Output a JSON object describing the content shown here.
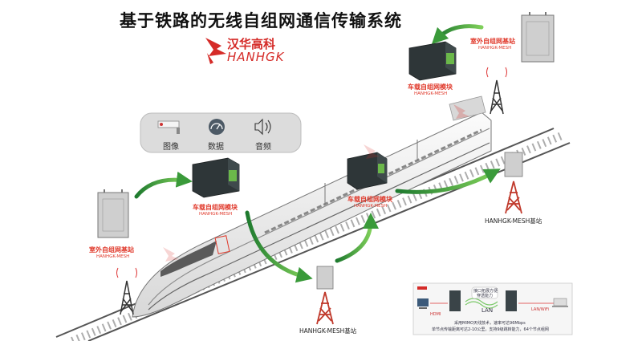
{
  "title": "基于铁路的无线自组网通信传输系统",
  "brand": {
    "cn": "汉华高科",
    "en": "HANHGK"
  },
  "panel": {
    "items": [
      {
        "icon": "camera-icon",
        "label": "图像"
      },
      {
        "icon": "gauge-icon",
        "label": "数据"
      },
      {
        "icon": "speaker-icon",
        "label": "音频"
      }
    ]
  },
  "vehicle_module": {
    "title": "车载自组网模块",
    "subtitle": "HANHGK-MESH"
  },
  "outdoor_station": {
    "title": "室外自组网基站",
    "subtitle": "HANHGK-MESH"
  },
  "base_station_label": "HANHGK-MESH基站",
  "inset": {
    "hdmi": "HDMI",
    "lan": "LAN",
    "lan_wifi": "LAN/WiFi",
    "bubble": [
      "接口拓展方便",
      "穿透能力"
    ],
    "note_line1": "采用MIMO天线技术，速率可达96Mbps",
    "note_line2": "单节点传输距离可达2-10公里，支持9级跳转能力，64个节点组网"
  },
  "colors": {
    "arrow_green": "#3a9a3a",
    "brand_red": "#d52b28",
    "label_red": "#e0392b"
  }
}
